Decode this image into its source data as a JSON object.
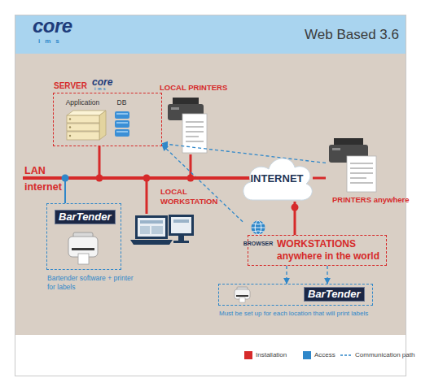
{
  "diagram": {
    "title": "Web Based 3.6",
    "nodes": [
      {
        "text": [
          "SERVER"
        ]
      },
      {
        "text": [
          "Application"
        ],
        "in": 0
      },
      {
        "text": [
          "DB"
        ],
        "in": 0
      },
      {
        "text": [
          "LOCAL PRINTERS"
        ]
      },
      {
        "text": [
          "LAN internet"
        ]
      },
      {
        "text": [
          "LOCAL WORKSTATION"
        ]
      },
      {
        "text": [
          "INTERNET"
        ]
      },
      {
        "text": [
          "PRINTERS anywhere"
        ]
      },
      {
        "text": [
          "BarTender",
          "Bartender software + printer for labels"
        ]
      },
      {
        "text": [
          "BROWSER"
        ]
      },
      {
        "text": [
          "WORKSTATIONS anywhere in the world"
        ]
      },
      {
        "text": [
          "BarTender",
          "Must be set up for each location that will print labels"
        ]
      }
    ],
    "edges": [
      {
        "from": 4,
        "to": 0,
        "arrow": "none"
      },
      {
        "from": 4,
        "to": 3,
        "arrow": "none"
      },
      {
        "from": 4,
        "to": 5,
        "arrow": "none"
      },
      {
        "from": 4,
        "to": 8,
        "arrow": "none"
      },
      {
        "from": 4,
        "to": 6,
        "arrow": "none"
      },
      {
        "from": 6,
        "to": 7,
        "arrow": "none"
      },
      {
        "from": 6,
        "to": 10,
        "arrow": "none"
      },
      {
        "from": 7,
        "to": 0,
        "arrow": "to"
      },
      {
        "from": 9,
        "to": 0,
        "arrow": "to"
      },
      {
        "from": 10,
        "to": 11,
        "arrow": "to"
      },
      {
        "from": 10,
        "to": 11,
        "arrow": "to"
      }
    ],
    "labels": [
      "core",
      "ims",
      "core",
      "ims"
    ],
    "legend": [
      {
        "text": "Installation",
        "color": "#d62a2a"
      },
      {
        "text": "Access",
        "color": "#2f87c9"
      },
      {
        "text": "Communication path"
      }
    ]
  }
}
